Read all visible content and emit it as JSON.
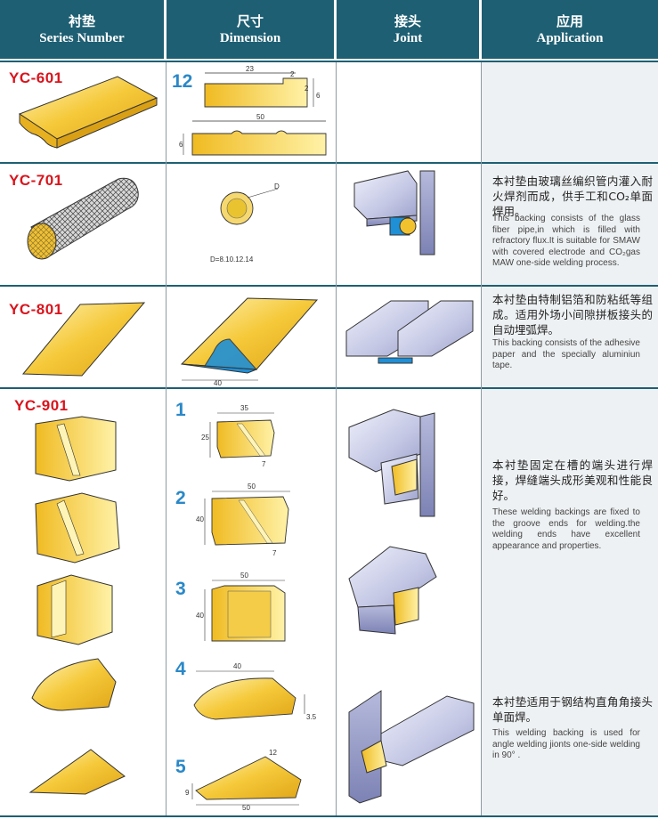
{
  "header": {
    "series": {
      "zh": "衬垫",
      "en": "Series Number"
    },
    "dimension": {
      "zh": "尺寸",
      "en": "Dimension"
    },
    "joint": {
      "zh": "接头",
      "en": "Joint"
    },
    "application": {
      "zh": "应用",
      "en": "Application"
    }
  },
  "rows": [
    {
      "code": "YC-601",
      "dim_number": "12",
      "dims": [
        "23",
        "2",
        "2",
        "6",
        "50",
        "6"
      ]
    },
    {
      "code": "YC-701",
      "dims": [
        "D",
        "D=8.10.12.14"
      ],
      "app_zh": "本衬垫由玻璃丝编织管内灌入耐火焊剂而成，供手工和CO₂单面焊用。",
      "app_en": "This backing consists of the glass fiber pipe,in which is filled with refractory flux.It is suitable for SMAW with covered electrode and CO₂gas MAW one-side welding process."
    },
    {
      "code": "YC-801",
      "dims": [
        "40"
      ],
      "app_zh": "本衬垫由特制铝箔和防粘纸等组成。适用外场小间隙拼板接头的自动埋弧焊。",
      "app_en": "This backing consists of the adhesive paper and the specially aluminiun tape."
    },
    {
      "code": "YC-901",
      "variants": [
        {
          "n": "1",
          "dims": [
            "35",
            "25",
            "7"
          ]
        },
        {
          "n": "2",
          "dims": [
            "50",
            "40",
            "7"
          ]
        },
        {
          "n": "3",
          "dims": [
            "50",
            "40"
          ]
        },
        {
          "n": "4",
          "dims": [
            "40",
            "3.5"
          ]
        },
        {
          "n": "5",
          "dims": [
            "12",
            "9",
            "50"
          ]
        }
      ],
      "app_zh": "本衬垫固定在槽的端头进行焊接，焊缝端头成形美观和性能良好。",
      "app_en": "These welding backings are fixed to the groove ends for welding.the welding ends have excellent appearance and properties.",
      "app2_zh": "本衬垫适用于钢结构直角角接头单面焊。",
      "app2_en": "This welding backing is used for angle welding jionts one-side welding in 90° ."
    }
  ],
  "colors": {
    "header": "#1e5f73",
    "code": "#d9141c",
    "number": "#2a88c8",
    "backing": "#f2c12e",
    "steel": "#c9cbe6",
    "tape": "#1f8fd6"
  }
}
